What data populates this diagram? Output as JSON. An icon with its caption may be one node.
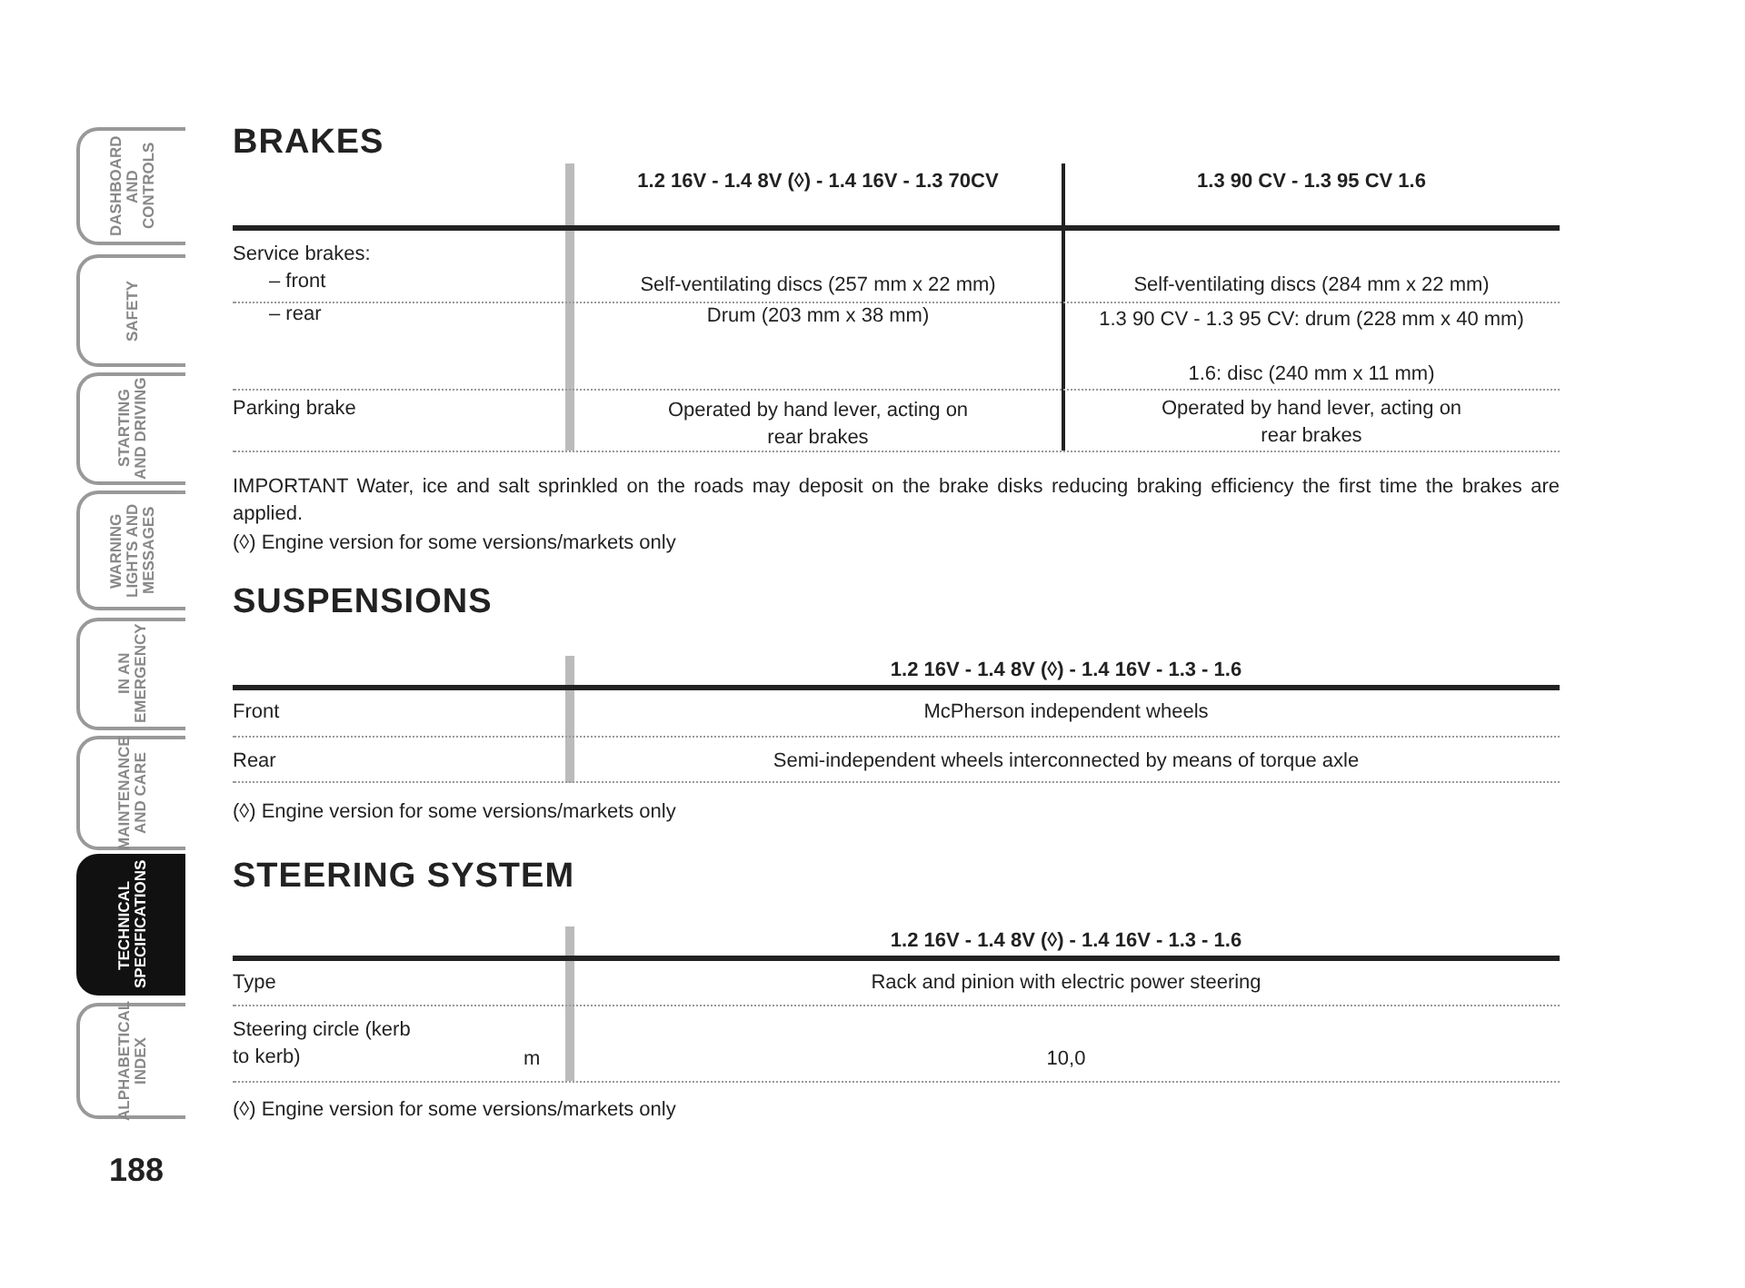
{
  "diagram": {
    "labels": [
      "BRAKES",
      "1.2 16V - 1.4 8V (◊) - 1.4 16V - 1.3 70CV",
      "1.3 90 CV - 1.3 95 CV 1.6",
      "Service brakes:",
      "– front",
      "Self-ventilating discs (257 mm x 22 mm)",
      "Self-ventilating discs (284 mm x 22 mm)",
      "– rear",
      "Drum (203 mm x 38 mm)",
      "1.3 90 CV - 1.3 95 CV: drum (228 mm x 40 mm)",
      "1.6: disc (240 mm x 11 mm)",
      "Parking brake",
      "Operated by hand lever, acting on rear brakes",
      "Operated by hand lever, acting on rear brakes",
      "IMPORTANT Water, ice and salt sprinkled on the roads may deposit on the brake disks reducing braking efficiency the first time the brakes are applied.",
      "(◊) Engine version for some versions/markets only",
      "SUSPENSIONS",
      "1.2 16V - 1.4 8V (◊) - 1.4 16V - 1.3 - 1.6",
      "Front",
      "McPherson independent wheels",
      "Rear",
      "Semi-independent wheels interconnected by means of torque axle",
      "(◊) Engine version for some versions/markets only",
      "STEERING SYSTEM",
      "1.2 16V - 1.4 8V (◊) - 1.4 16V - 1.3 - 1.6",
      "Type",
      "Rack and pinion with electric power steering",
      "Steering circle (kerb to kerb)",
      "m",
      "10,0",
      "(◊) Engine version for some versions/markets only",
      "DASHBOARD AND CONTROLS",
      "SAFETY",
      "STARTING AND DRIVING",
      "WARNING LIGHTS AND MESSAGES",
      "IN AN EMERGENCY",
      "MAINTENANCE AND CARE",
      "TECHNICAL SPECIFICATIONS",
      "ALPHABETICAL INDEX",
      "188"
    ]
  }
}
